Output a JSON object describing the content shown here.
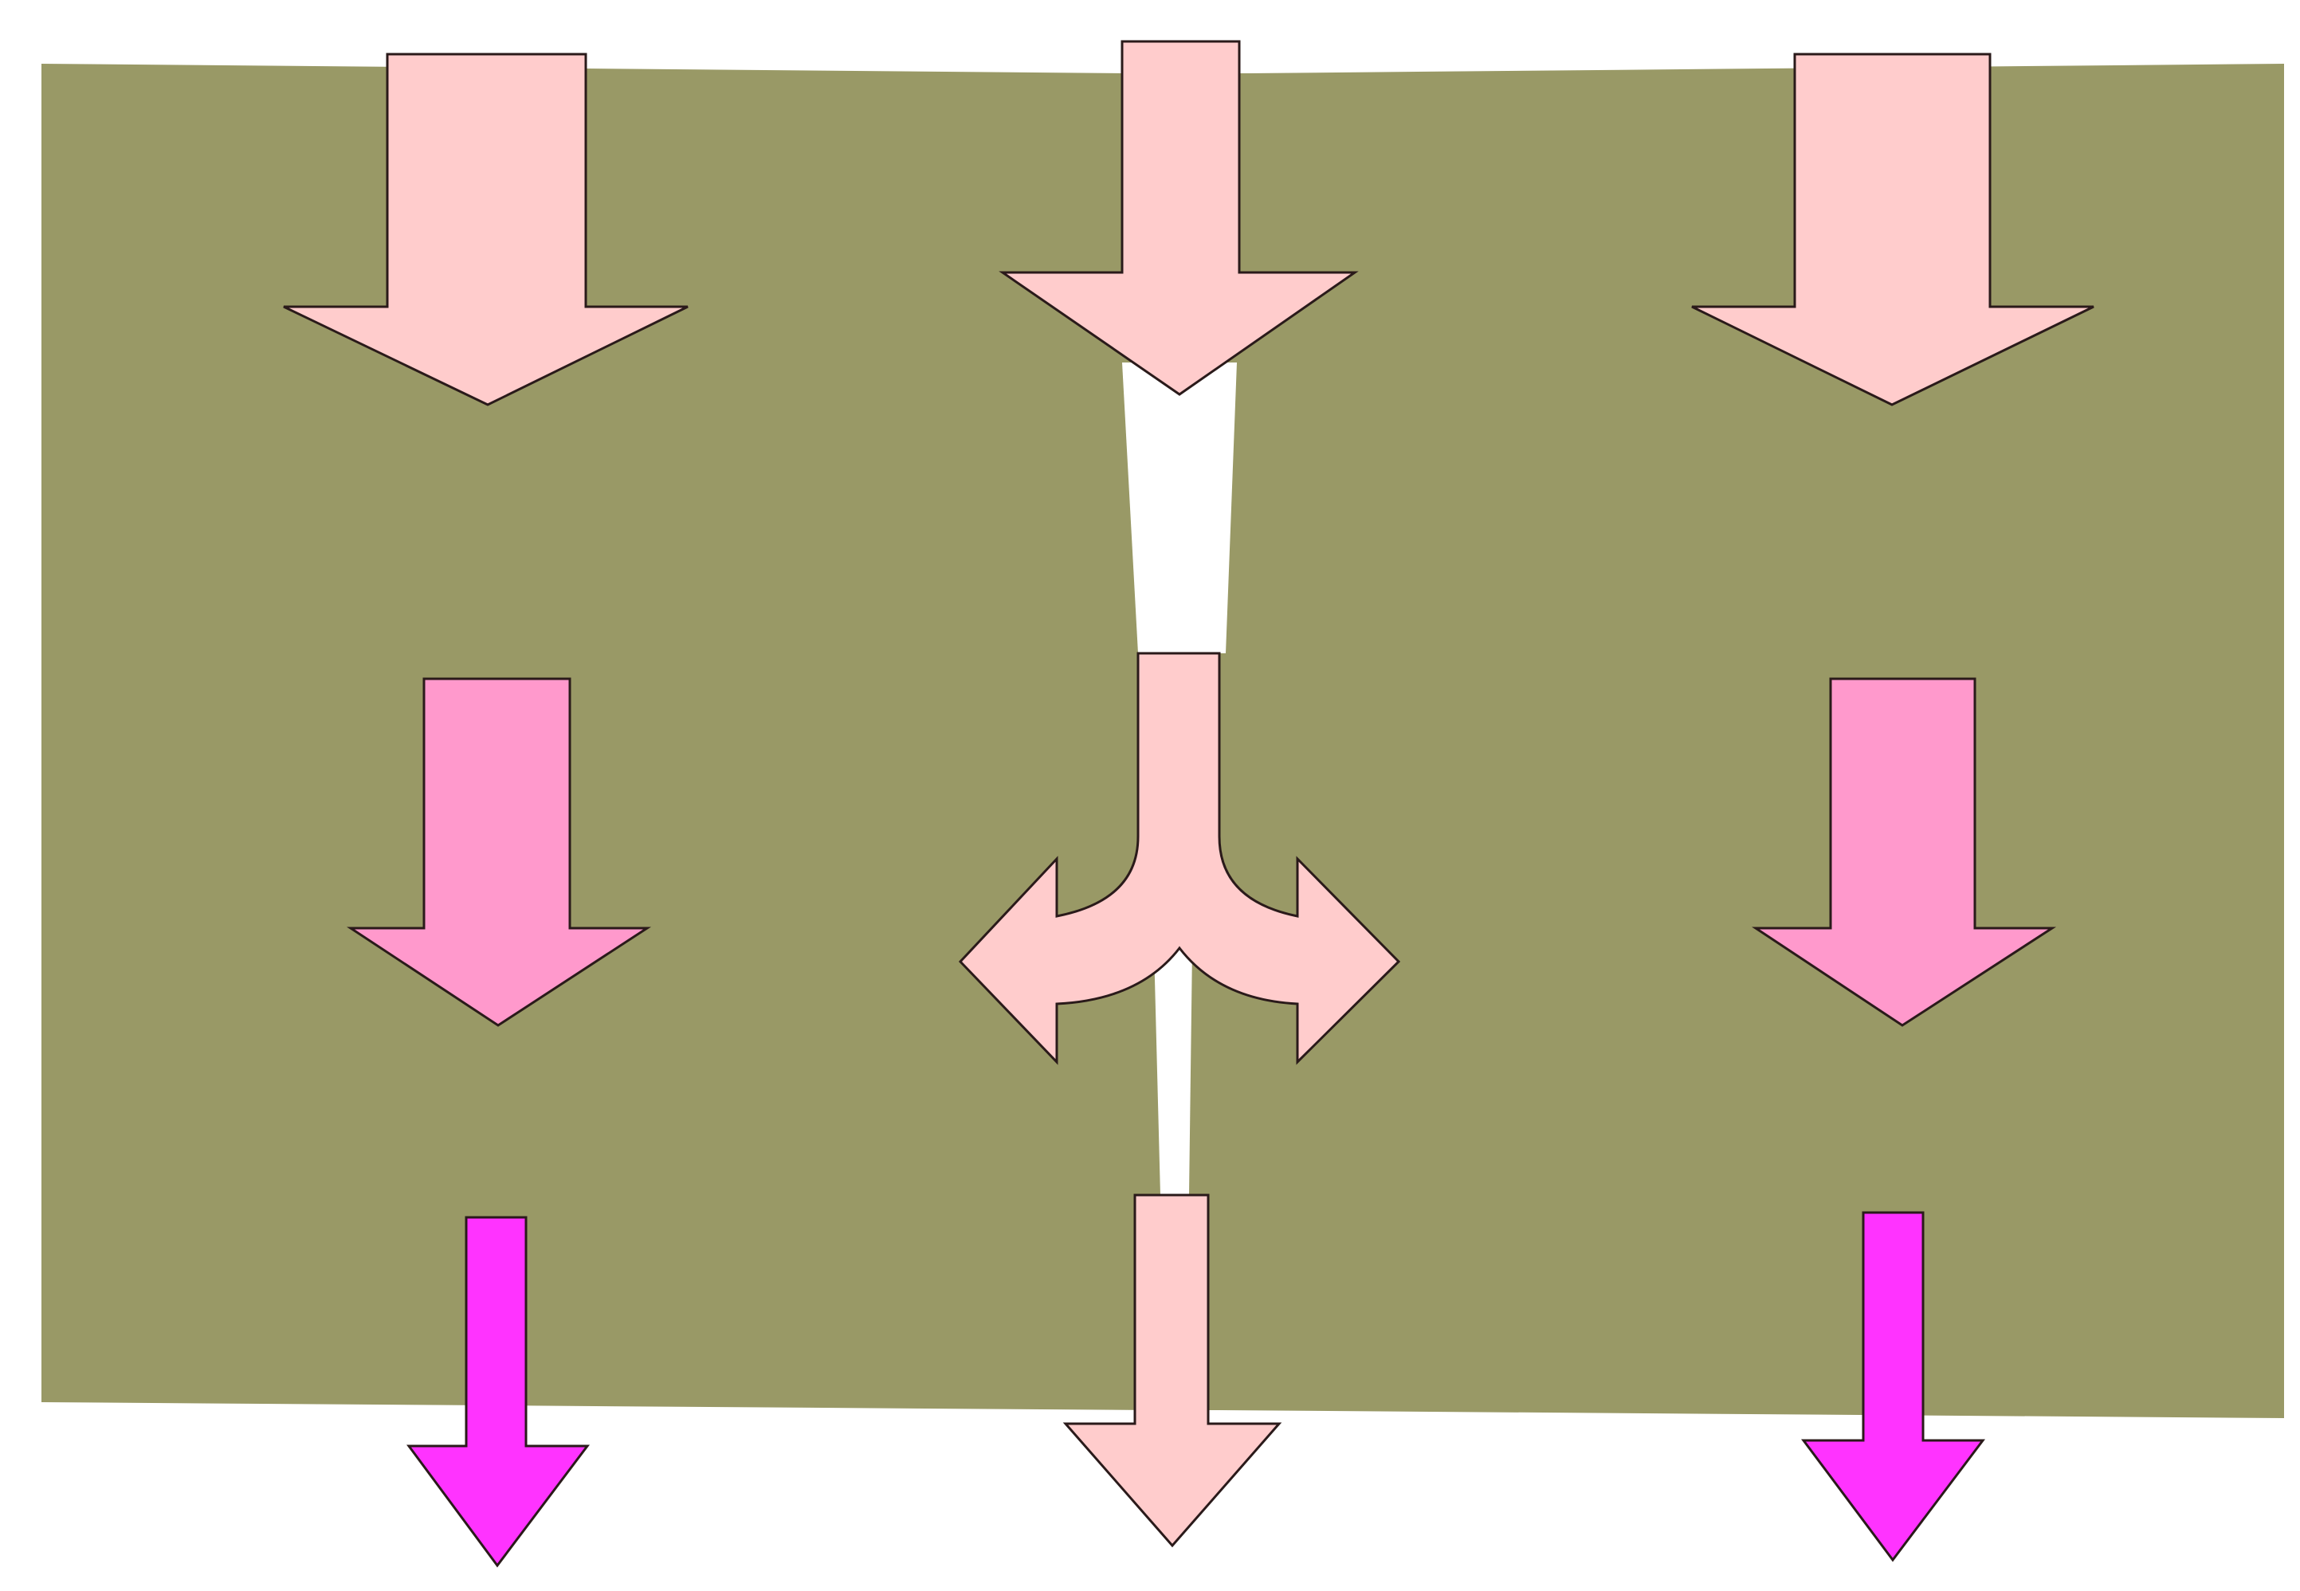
{
  "colors": {
    "page_background": "#ffffff",
    "panel": "#999966",
    "gap": "#ffffff",
    "arrow_light": "#ffcccc",
    "arrow_medium": "#ff99cc",
    "arrow_bright": "#ff33ff",
    "outline": "#2a1a1a"
  },
  "diagram": {
    "description_shapes": [
      {
        "id": "top-left-arrow",
        "kind": "down-arrow",
        "color": "arrow_light"
      },
      {
        "id": "top-center-arrow",
        "kind": "down-arrow",
        "color": "arrow_light"
      },
      {
        "id": "top-right-arrow",
        "kind": "down-arrow",
        "color": "arrow_light"
      },
      {
        "id": "middle-left-arrow",
        "kind": "down-arrow",
        "color": "arrow_medium"
      },
      {
        "id": "middle-center-split-arrow",
        "kind": "split-arrow",
        "color": "arrow_light"
      },
      {
        "id": "middle-right-arrow",
        "kind": "down-arrow",
        "color": "arrow_medium"
      },
      {
        "id": "bottom-left-arrow",
        "kind": "down-arrow",
        "color": "arrow_bright"
      },
      {
        "id": "bottom-center-arrow",
        "kind": "down-arrow",
        "color": "arrow_light"
      },
      {
        "id": "bottom-right-arrow",
        "kind": "down-arrow",
        "color": "arrow_bright"
      }
    ]
  }
}
